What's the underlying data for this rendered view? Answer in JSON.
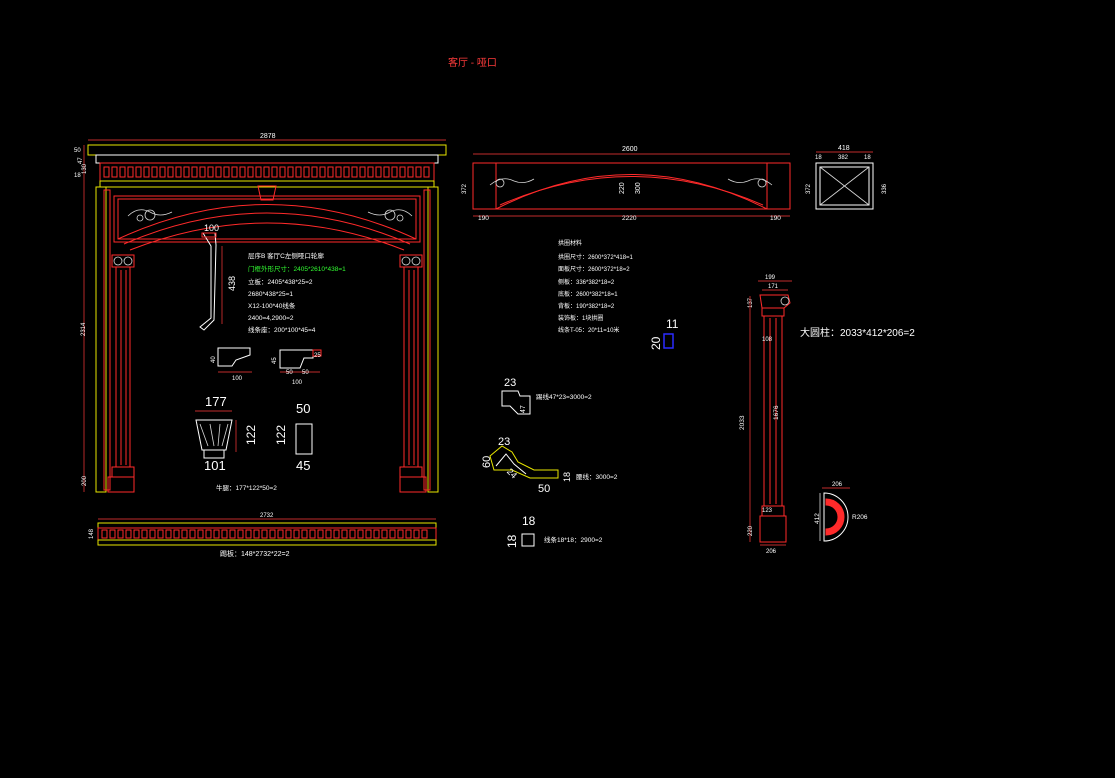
{
  "title": "客厅 - 哑口",
  "colors": {
    "line_red": "#ff2a2a",
    "line_yellow": "#e8e600",
    "text_white": "#ffffff",
    "text_green": "#32ff32",
    "accent_blue": "#2a2aff"
  },
  "frame": {
    "dims": {
      "width": "2878",
      "h_top": "50",
      "h_18": "18",
      "h_130": "130",
      "h_47": "47",
      "height": "2314",
      "base": "200",
      "bottom_width": "2732",
      "bottom_h": "148"
    },
    "bottom_label": "踢板：148*2732*22=2"
  },
  "notes_left": [
    "层序B  客厅C左侧哑口轮廓",
    "门框外形尺寸：2405*2610*438=1",
    "立板：2405*438*25=2",
    "      2680*438*25=1",
    "X12-100*40线条",
    "2400=4,2900=2",
    "线条座：200*100*45=4"
  ],
  "profile1": {
    "top": "100",
    "side": "438"
  },
  "profile2": {
    "h": "40",
    "w": "100"
  },
  "profile3": {
    "h": "45",
    "w1": "50",
    "w2": "50",
    "w_total": "100",
    "top": "25"
  },
  "corbel": {
    "top": "177",
    "h1": "122",
    "h2": "122",
    "bottom": "101",
    "w": "50",
    "d": "45",
    "label": "牛腿：177*122*50=2"
  },
  "arch_beam": {
    "width": "2600",
    "height": "372",
    "left": "190",
    "mid": "2220",
    "right": "190",
    "rise": "300",
    "drop": "220",
    "notes": [
      "拱圈材料",
      "拱圈尺寸：2600*372*418=1",
      "面板尺寸：2600*372*18=2",
      "侧板：336*382*18=2",
      "底板：2600*382*18=1",
      "背板：190*382*18=2",
      "装饰板：1块拱圈",
      "线条T-05：20*11=10米"
    ]
  },
  "section_box": {
    "outer": "418",
    "inner": "382",
    "s1": "18",
    "s2": "18",
    "h": "372",
    "ih": "336"
  },
  "small_profile": {
    "w": "11",
    "h": "20"
  },
  "moulding1": {
    "top": "23",
    "h": "47",
    "label": "踢线47*23=3000=2"
  },
  "moulding2": {
    "a": "23",
    "b": "60",
    "c": "24",
    "w": "50",
    "h": "18",
    "label": "腰线：3000=2"
  },
  "moulding3": {
    "w": "18",
    "h": "18",
    "label": "线条18*18：2900=2"
  },
  "column": {
    "top": "199",
    "w1": "171",
    "h1": "137",
    "w2": "108",
    "height": "2033",
    "shaft": "1676",
    "w3": "123",
    "base": "220",
    "bottom": "206",
    "label": "大圆柱：2033*412*206=2"
  },
  "half_column": {
    "w": "206",
    "h": "412",
    "r": "R206"
  }
}
